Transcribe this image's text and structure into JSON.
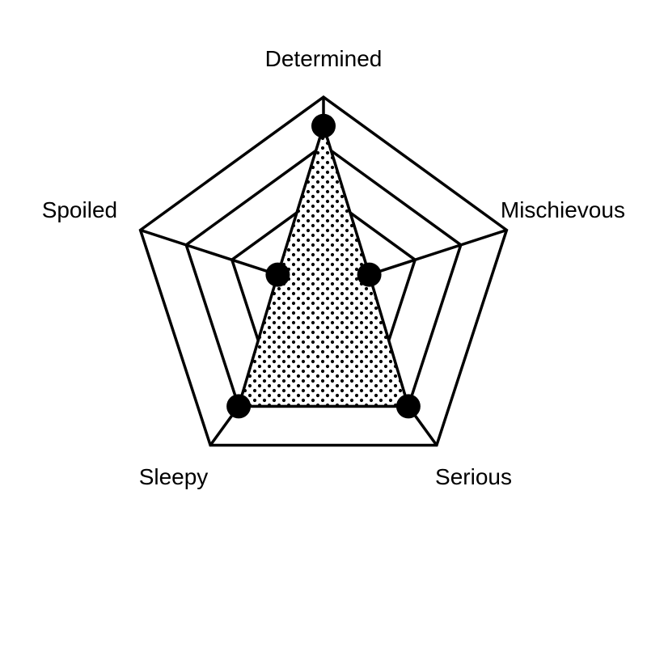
{
  "chart_data": {
    "type": "radar",
    "categories": [
      "Determined",
      "Mischievous",
      "Serious",
      "Sleepy",
      "Spoiled"
    ],
    "values": [
      3.4,
      1.0,
      3.0,
      3.0,
      1.0
    ],
    "rmax": 4,
    "rings": 4,
    "grid": true,
    "series_fill": "dotted pattern",
    "colors": {
      "line": "#000000",
      "background": "#ffffff",
      "marker": "#000000"
    }
  }
}
